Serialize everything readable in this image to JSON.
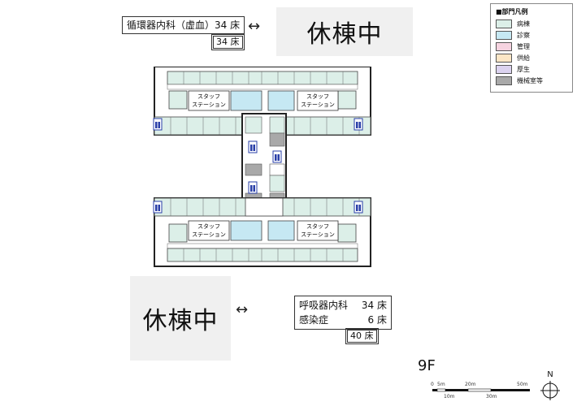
{
  "floor_plan": {
    "floor_label": "9F",
    "top_ward": {
      "label": "循環器内科（虚血）34 床",
      "beds": "34 床",
      "status": "休棟中"
    },
    "bottom_ward": {
      "line1_name": "呼吸器内科",
      "line1_beds": "34 床",
      "line2_name": "感染症",
      "line2_beds": "6 床",
      "beds": "40 床",
      "status": "休棟中"
    },
    "staff_station_label_1": "スタッフ",
    "staff_station_label_2": "ステーション",
    "elevator_mark": "EV"
  },
  "legend": {
    "title": "■部門凡例",
    "items": [
      {
        "label": "病棟",
        "color": "#dcefe8"
      },
      {
        "label": "診察",
        "color": "#c6e8f3"
      },
      {
        "label": "管理",
        "color": "#f6d3e0"
      },
      {
        "label": "供給",
        "color": "#fbe6c6"
      },
      {
        "label": "厚生",
        "color": "#dcd3f0"
      },
      {
        "label": "機械室等",
        "color": "#a9a9a9"
      }
    ]
  },
  "scale": {
    "top_ticks": [
      "0",
      "5m",
      "20m",
      "50m"
    ],
    "bottom_ticks": [
      "10m",
      "30m"
    ]
  },
  "compass": "N"
}
